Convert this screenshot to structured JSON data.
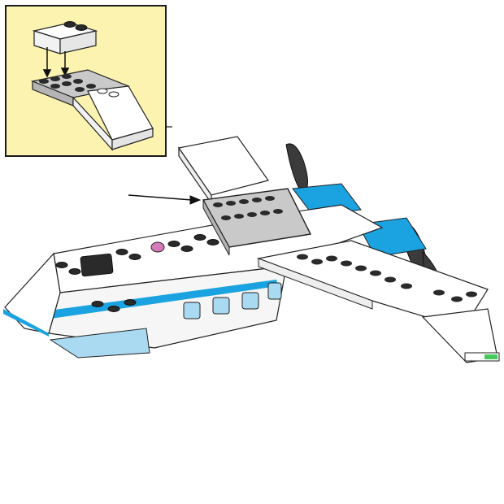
{
  "instruction_step": {
    "callout": {
      "parts": [
        "slope-brick-2x2-white",
        "plate-2x6-with-slope-ends-gray"
      ],
      "action": "attach"
    },
    "model": {
      "subject": "airplane",
      "highlighted_part": "plate-2x6-gray"
    }
  },
  "colors": {
    "callout_bg": "#fcf3b0",
    "callout_border": "#1a1a1a",
    "fuselage_white": "#ffffff",
    "stripe_blue": "#1aa3e0",
    "window_blue": "#a9daf2",
    "plate_gray": "#c9c9c9",
    "stud_dark": "#2a2a2a",
    "propeller_dark": "#3b3b3b",
    "pink_part": "#d47ab8",
    "nav_light_green": "#46c85a"
  }
}
